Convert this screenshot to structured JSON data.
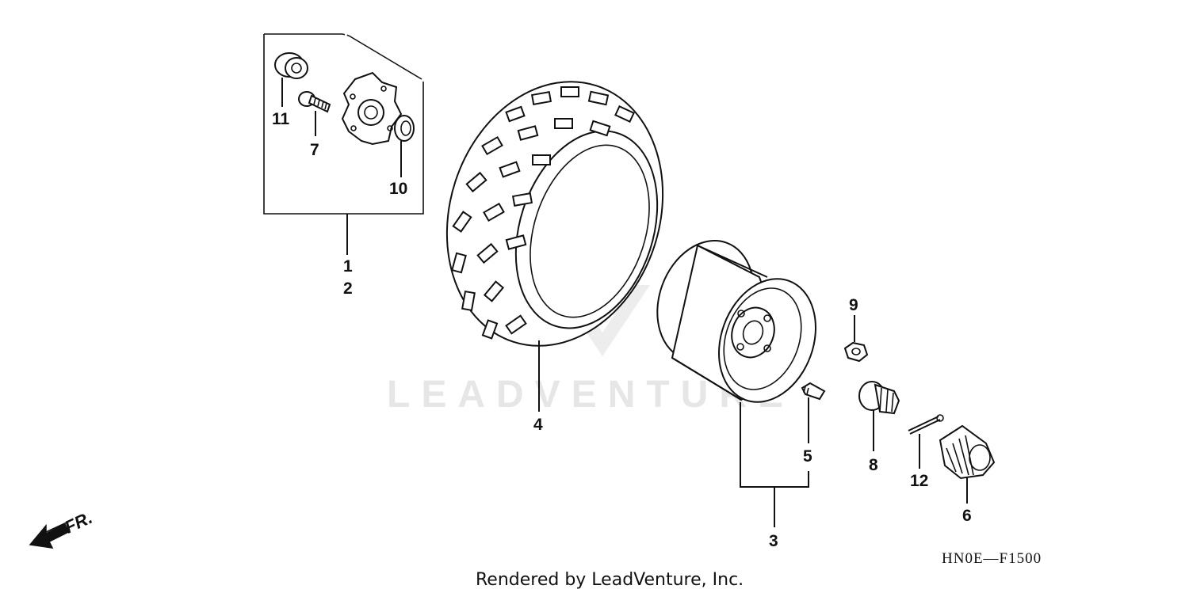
{
  "diagram": {
    "callouts": {
      "c1": "1",
      "c2": "2",
      "c3": "3",
      "c4": "4",
      "c5": "5",
      "c6": "6",
      "c7": "7",
      "c8": "8",
      "c9": "9",
      "c10": "10",
      "c11": "11",
      "c12": "12"
    },
    "front_arrow_label": "FR.",
    "diagram_code": "HN0E—F1500",
    "watermark": "LEADVENTURE"
  },
  "footer": {
    "rendered_by": "Rendered by LeadVenture, Inc."
  }
}
